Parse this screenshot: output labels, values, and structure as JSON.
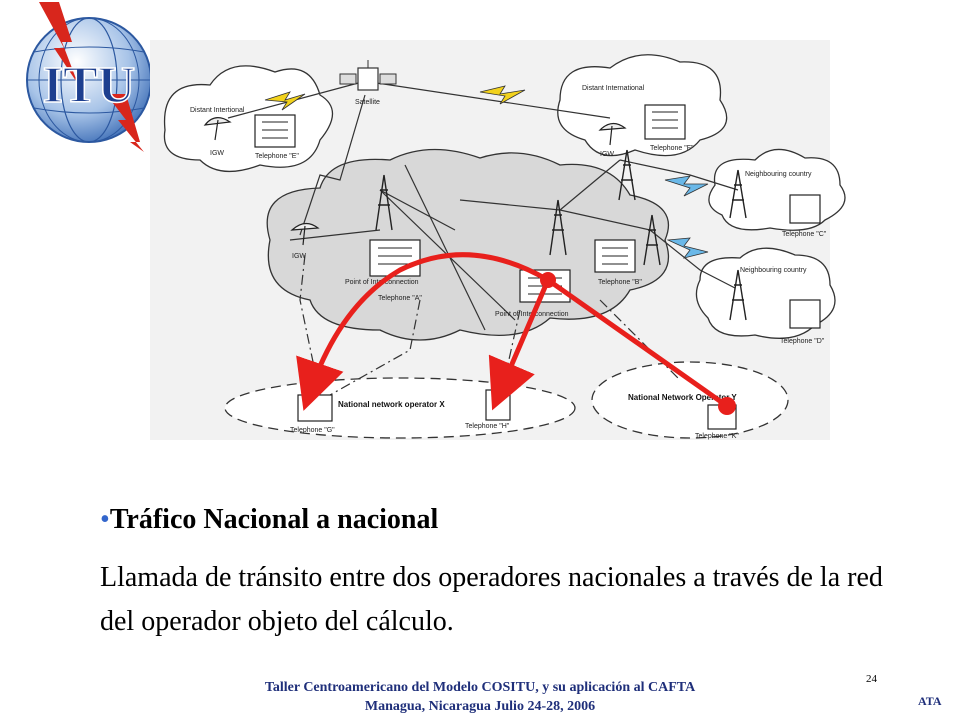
{
  "logo": {
    "text": "ITU"
  },
  "diagram": {
    "labels": {
      "satellite": "Satellite",
      "distant_left": "Distant Intertional",
      "distant_right": "Distant International",
      "igw_left": "IGW",
      "igw_right": "IGW",
      "igw_center": "IGW",
      "tel_e": "Telephone \"E\"",
      "tel_f": "Telephone \"F\"",
      "tel_a": "Telephone \"A\"",
      "tel_b": "Telephone \"B\"",
      "tel_c": "Telephone \"C\"",
      "tel_d": "Telephone \"D\"",
      "tel_g": "Telephone \"G\"",
      "tel_h": "Telephone \"H\"",
      "tel_k": "Telephone \"K\"",
      "poi_left": "Point of Interconnection",
      "poi_right": "Point of Interconnection",
      "neighbour_1": "Neighbouring country",
      "neighbour_2": "Neighbouring country",
      "nat_x": "National network operator X",
      "nat_y": "National Network Operator Y"
    },
    "accent_color": "#e8201c"
  },
  "slide": {
    "bullet": "•",
    "title": "Tráfico Nacional a nacional",
    "description": "Llamada de tránsito entre dos operadores nacionales a través de la red del operador objeto del cálculo.",
    "page_number": "24"
  },
  "footer": {
    "line1": "Taller Centroamericano del Modelo COSITU, y su aplicación  al CAFTA",
    "line2": "Managua, Nicaragua Julio 24-28, 2006",
    "ata": "ATA"
  }
}
